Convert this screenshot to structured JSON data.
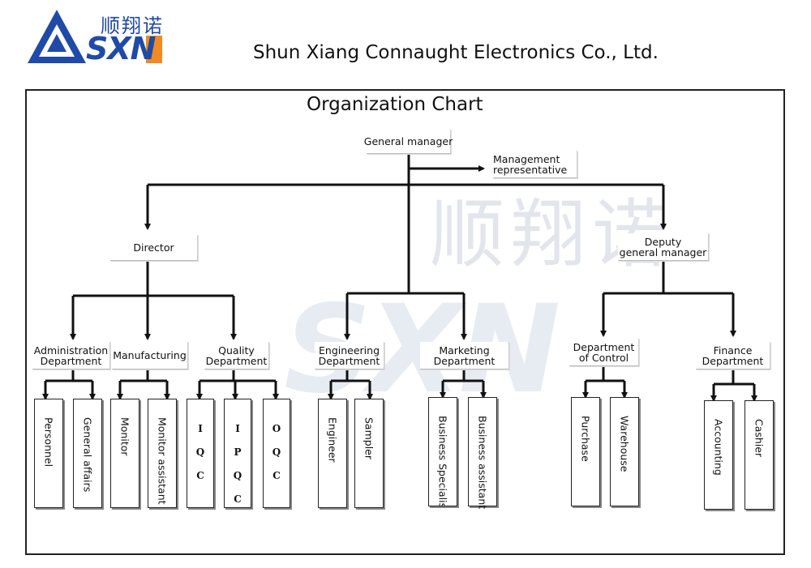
{
  "header": {
    "logo_cn": "顺翔诺",
    "logo_en": "SXN",
    "company_name": "Shun Xiang Connaught Electronics Co., Ltd."
  },
  "watermark": {
    "cn": "顺翔诺",
    "en": "SXN"
  },
  "chart": {
    "title": "Organization Chart",
    "general_manager": "General manager",
    "management_rep": [
      "Management",
      "representative"
    ],
    "director": "Director",
    "deputy_gm": [
      "Deputy",
      "general manager"
    ],
    "departments": {
      "administration": [
        "Administration",
        "Department"
      ],
      "manufacturing": "Manufacturing",
      "quality": [
        "Quality",
        "Department"
      ],
      "engineering": [
        "Engineering",
        "Department"
      ],
      "marketing": [
        "Marketing",
        "Department"
      ],
      "control": [
        "Department",
        "of Control"
      ],
      "finance": [
        "Finance",
        "Department"
      ]
    },
    "leaves": {
      "personnel": "Personnel",
      "general_affairs": "General affairs",
      "monitor": "Monitor",
      "monitor_assistant": "Monitor assistant",
      "iqc": [
        "I",
        "Q",
        "C"
      ],
      "ipqc": [
        "I",
        "P",
        "Q",
        "C"
      ],
      "oqc": [
        "O",
        "Q",
        "C"
      ],
      "engineer": "Engineer",
      "sampler": "Sampler",
      "business_specialist": "Business Specialist",
      "business_assistant": "Business assistant",
      "purchase": "Purchase",
      "warehouse": "Warehouse",
      "accounting": "Accounting",
      "cashier": "Cashier"
    }
  },
  "colors": {
    "brand_blue": "#1f4aa8",
    "brand_orange": "#f08a24",
    "line": "#111111"
  }
}
